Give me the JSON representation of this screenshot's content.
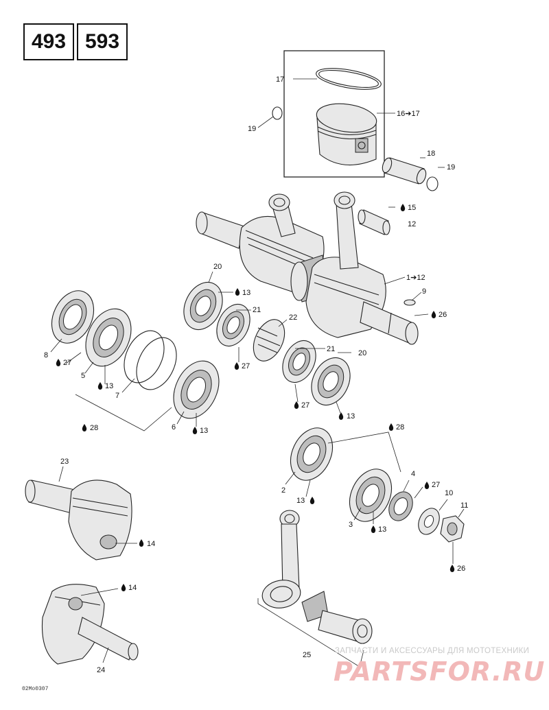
{
  "models": [
    "493",
    "593"
  ],
  "labels": {
    "l17": "17",
    "l16": "16➔17",
    "l19a": "19",
    "l18": "18",
    "l19b": "19",
    "l15": "15",
    "l12": "12",
    "l1_12": "1➔12",
    "l9": "9",
    "l26a": "26",
    "l20a": "20",
    "l13a": "13",
    "l21a": "21",
    "l22": "22",
    "l27a": "27",
    "l8": "8",
    "l27b": "27",
    "l5": "5",
    "l13b": "13",
    "l7": "7",
    "l6": "6",
    "l13c": "13",
    "l28a": "28",
    "l21b": "21",
    "l20b": "20",
    "l27c": "27",
    "l13d": "13",
    "l28b": "28",
    "l2": "2",
    "l13e": "13",
    "l4": "4",
    "l27d": "27",
    "l10": "10",
    "l11": "11",
    "l3": "3",
    "l13f": "13",
    "l26b": "26",
    "l23": "23",
    "l14a": "14",
    "l14b": "14",
    "l24": "24",
    "l25": "25"
  },
  "watermark": {
    "caption": "ЗАПЧАСТИ И АКСЕССУАРЫ ДЛЯ МОТОТЕХНИКИ",
    "logo": "PARTSFOR.RU"
  },
  "reference_code": "02Mo0307"
}
